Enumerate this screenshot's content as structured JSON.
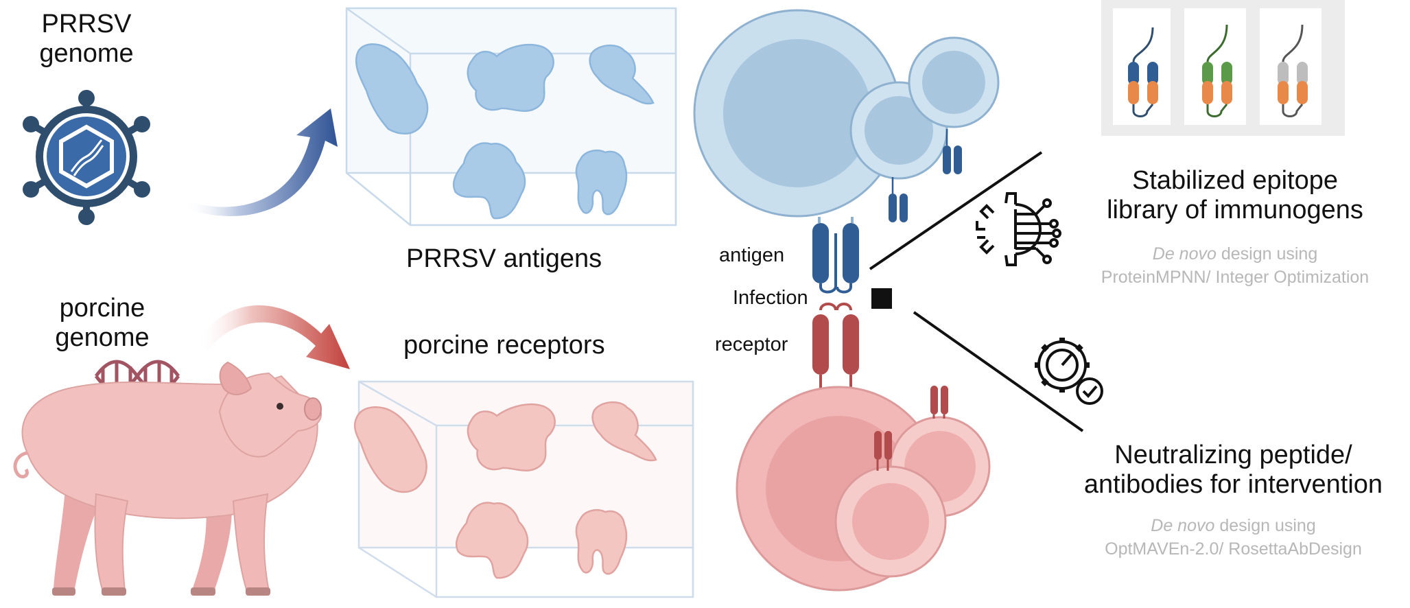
{
  "left": {
    "virus_label_line1": "PRRSV",
    "virus_label_line2": "genome",
    "antigens_label": "PRRSV antigens",
    "pig_label_line1": "porcine",
    "pig_label_line2": "genome",
    "receptors_label": "porcine receptors"
  },
  "center": {
    "antigen_label": "antigen",
    "infection_label": "Infection",
    "receptor_label": "receptor"
  },
  "right": {
    "top_title_line1": "Stabilized epitope",
    "top_title_line2": "library of immunogens",
    "top_sub_italic": "De novo",
    "top_sub_rest": " design using",
    "top_sub_line2": "ProteinMPNN/ Integer Optimization",
    "bottom_title_line1": "Neutralizing peptide/",
    "bottom_title_line2": "antibodies for intervention",
    "bottom_sub_italic": "De novo",
    "bottom_sub_rest": " design using",
    "bottom_sub_line2": "OptMAVEn-2.0/ RosettaAbDesign"
  },
  "colors": {
    "antigen_blue": "#a9cbe8",
    "cell_blue": "#c9dfee",
    "receptor_blue": "#2f5d94",
    "antigen_pink": "#f3c6c2",
    "cell_pink": "#f2b8b8",
    "receptor_red": "#b24c4c",
    "arrow_blue": "#2f5395",
    "arrow_red": "#c2413c",
    "subtext_gray": "#b7b7b7",
    "epitope_orange": "#e8894a",
    "epitope_green": "#5a9a48",
    "epitope_gray": "#bdbdbd"
  },
  "icons": [
    "virus-icon",
    "dna-icon",
    "pig-illustration",
    "circuit-gear-icon",
    "gear-check-icon"
  ]
}
